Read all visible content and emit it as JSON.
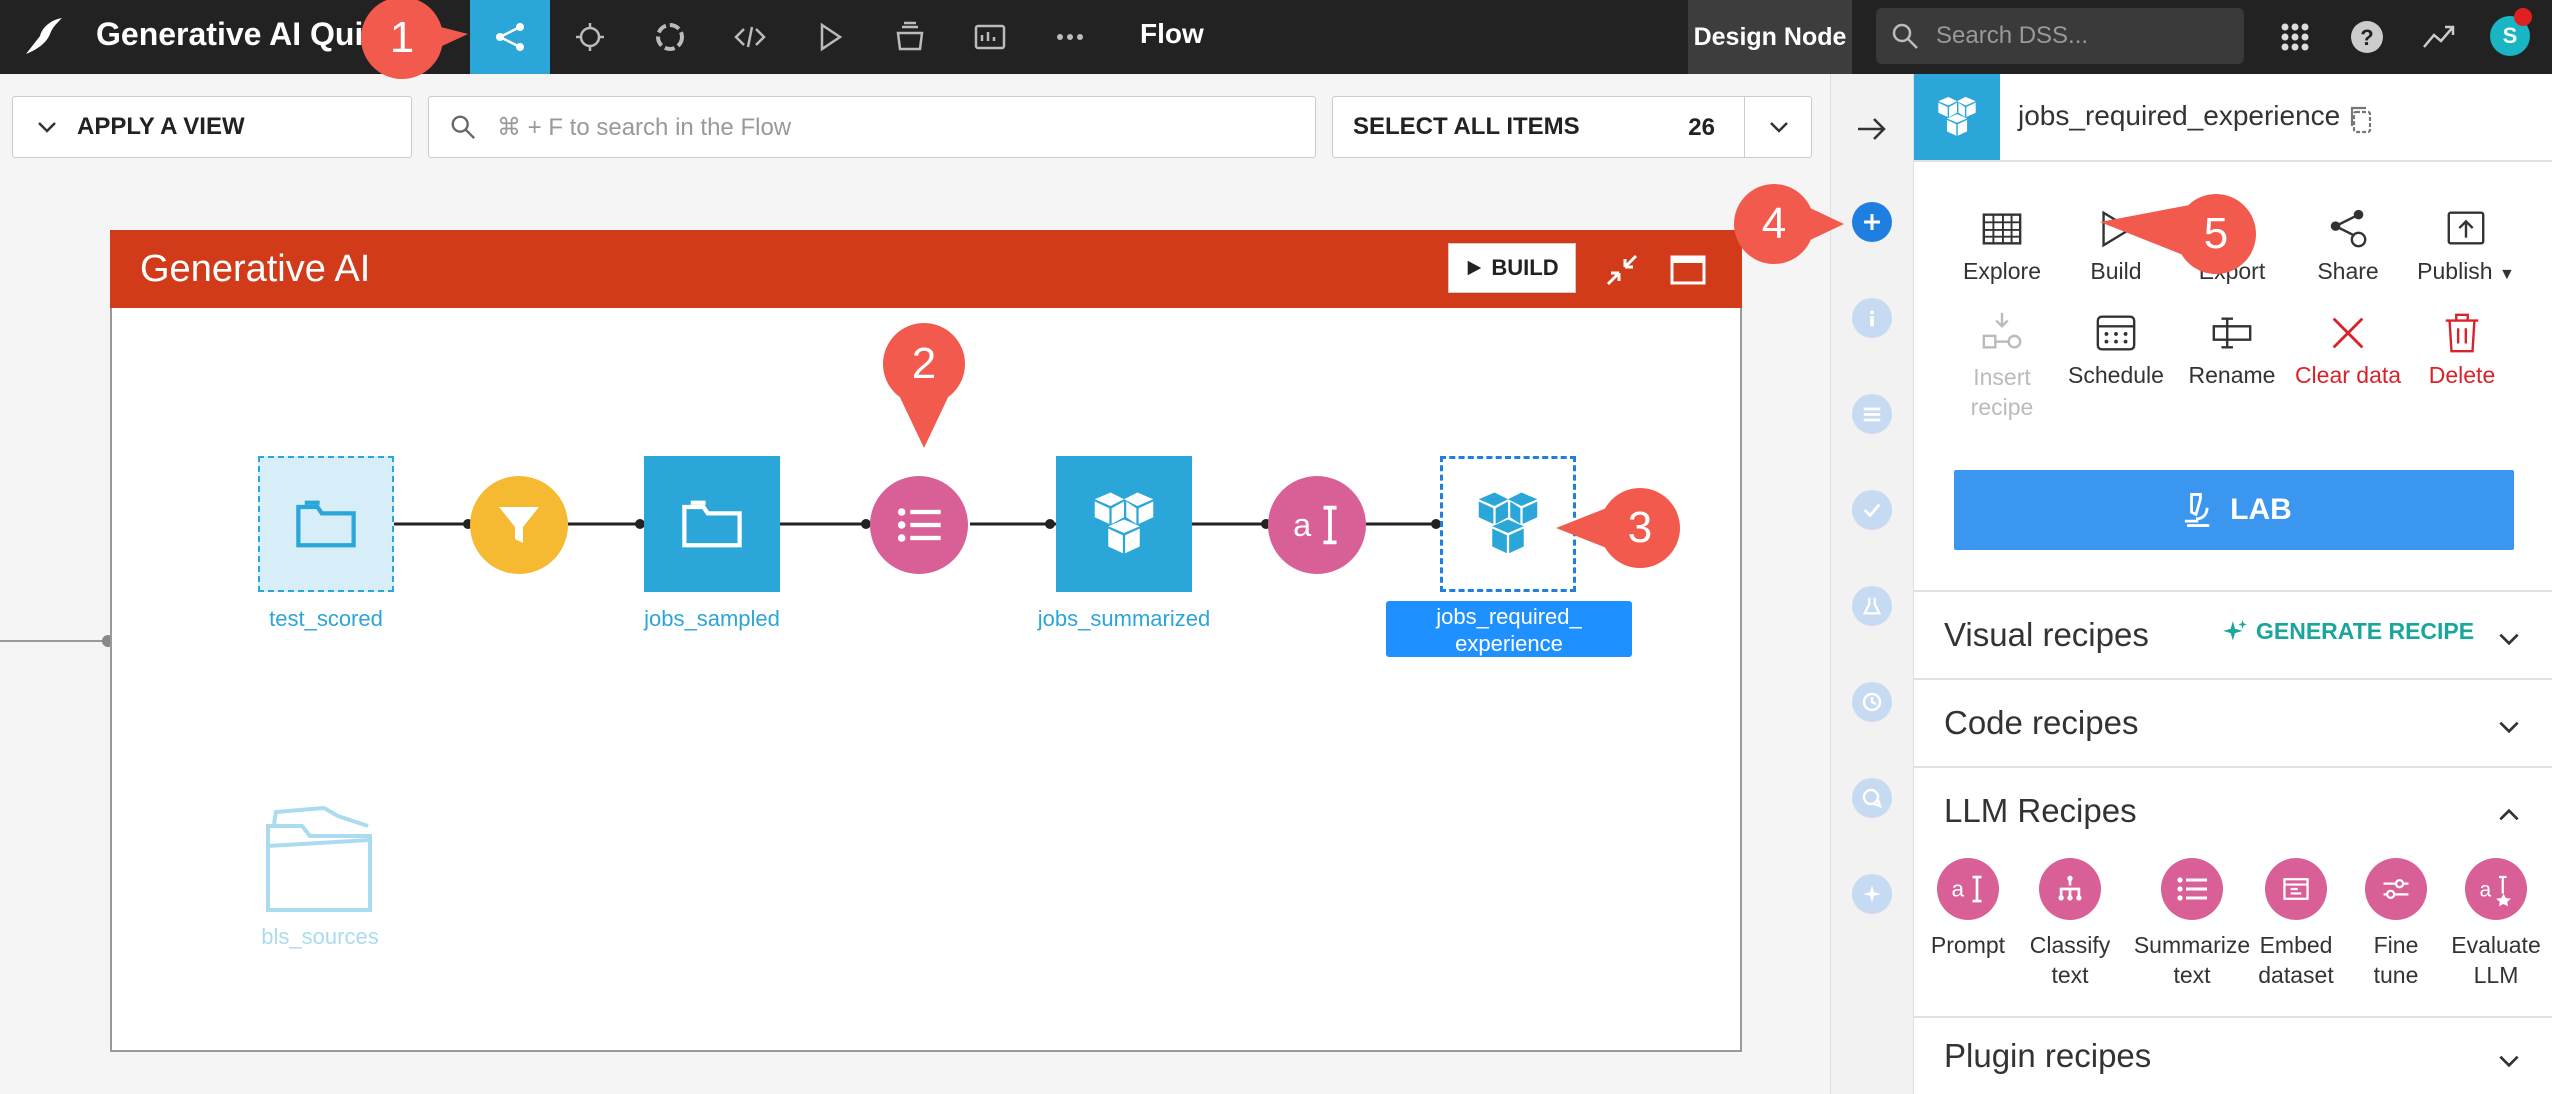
{
  "nav": {
    "project_title": "Generative AI Quick",
    "current_view": "Flow",
    "node_label": "Design Node",
    "search_placeholder": "Search DSS...",
    "avatar_initial": "S",
    "icons": [
      "flow-icon",
      "lab-icon",
      "recipes-icon",
      "code-icon",
      "run-icon",
      "deploy-icon",
      "dashboard-icon",
      "more-icon"
    ]
  },
  "toolbar": {
    "apply_view": "APPLY A VIEW",
    "search_placeholder": "⌘ + F to search in the Flow",
    "select_all": "SELECT ALL ITEMS",
    "item_count": "26"
  },
  "zone": {
    "title": "Generative AI",
    "build_label": "BUILD"
  },
  "flow": {
    "datasets": {
      "test_scored": "test_scored",
      "jobs_sampled": "jobs_sampled",
      "jobs_summarized": "jobs_summarized",
      "jobs_required_experience": "jobs_required_\nexperience",
      "bls_sources": "bls_sources"
    }
  },
  "panel": {
    "title": "jobs_required_experience",
    "actions": {
      "explore": "Explore",
      "build": "Build",
      "export": "Export",
      "share": "Share",
      "publish": "Publish",
      "insert_recipe": "Insert\nrecipe",
      "schedule": "Schedule",
      "rename": "Rename",
      "clear_data": "Clear data",
      "delete": "Delete"
    },
    "lab_button": "LAB",
    "sections": {
      "visual": "Visual recipes",
      "generate": "GENERATE RECIPE",
      "code": "Code recipes",
      "llm": "LLM Recipes",
      "plugin": "Plugin recipes"
    },
    "llm_recipes": {
      "prompt": "Prompt",
      "classify": "Classify\ntext",
      "summarize": "Summarize\ntext",
      "embed": "Embed\ndataset",
      "finetune": "Fine\ntune",
      "evaluate": "Evaluate\nLLM"
    }
  },
  "callouts": {
    "c1": "1",
    "c2": "2",
    "c3": "3",
    "c4": "4",
    "c5": "5"
  },
  "colors": {
    "flow_blue": "#2ba6d8",
    "zone_red": "#d13b19",
    "recipe_pink": "#d86097",
    "filter_yellow": "#f5b932",
    "callout_red": "#f15a4d",
    "lab_blue": "#3b96f0"
  }
}
